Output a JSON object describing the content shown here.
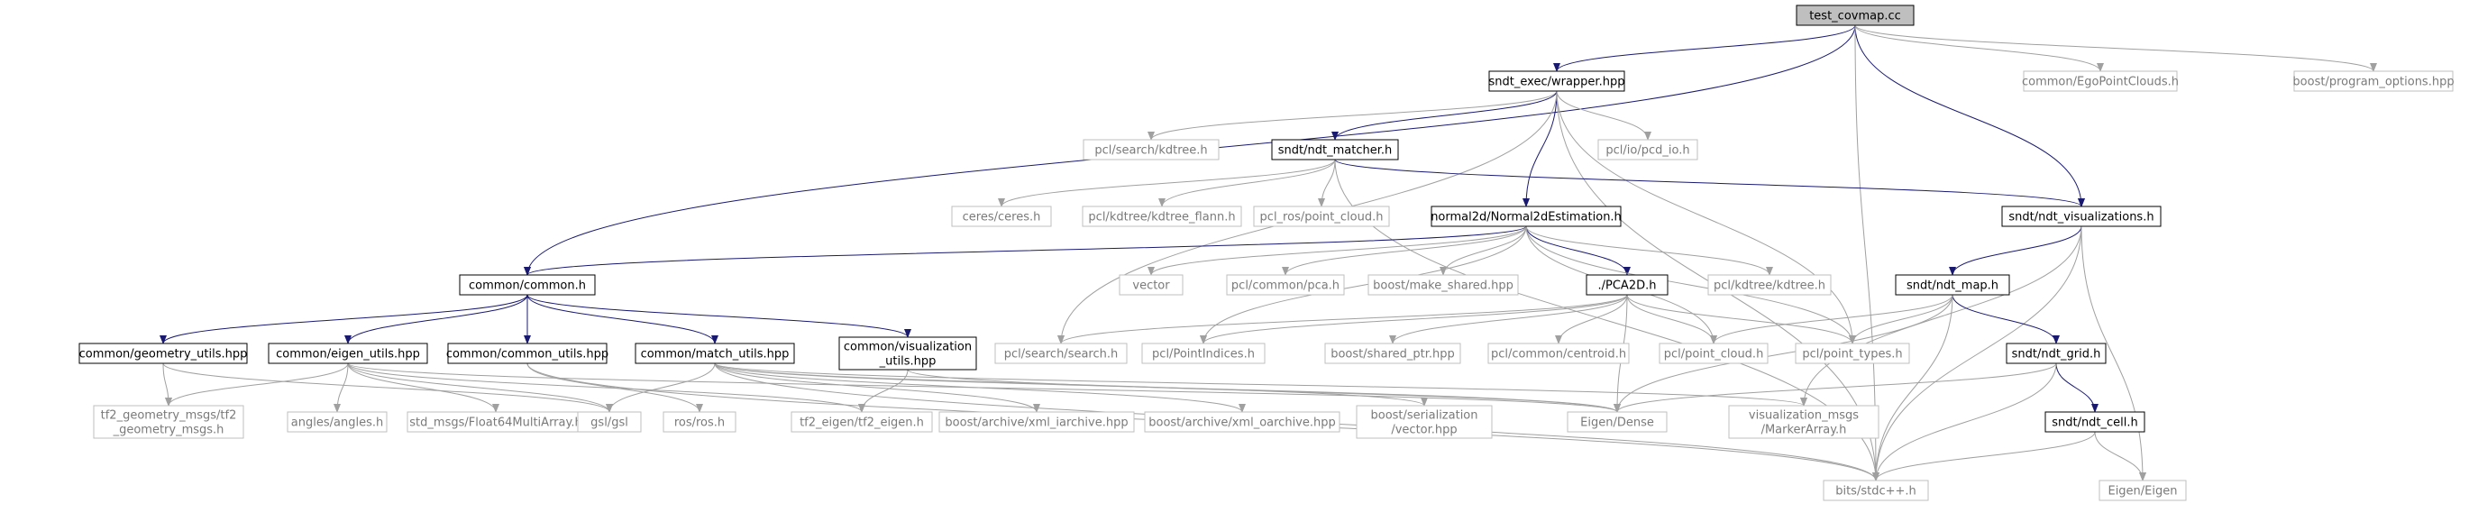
{
  "nodes": [
    {
      "id": "test_covmap",
      "lines": [
        "test_covmap.cc"
      ],
      "kind": "root"
    },
    {
      "id": "wrapper",
      "lines": [
        "sndt_exec/wrapper.hpp"
      ],
      "kind": "doc"
    },
    {
      "id": "egopoint",
      "lines": [
        "common/EgoPointClouds.h"
      ],
      "kind": "ext"
    },
    {
      "id": "boostpo",
      "lines": [
        "boost/program_options.hpp"
      ],
      "kind": "ext"
    },
    {
      "id": "pclsearchkd",
      "lines": [
        "pcl/search/kdtree.h"
      ],
      "kind": "ext"
    },
    {
      "id": "ndtmatcher",
      "lines": [
        "sndt/ndt_matcher.h"
      ],
      "kind": "doc"
    },
    {
      "id": "pcdio",
      "lines": [
        "pcl/io/pcd_io.h"
      ],
      "kind": "ext"
    },
    {
      "id": "ceres",
      "lines": [
        "ceres/ceres.h"
      ],
      "kind": "ext"
    },
    {
      "id": "kdflann",
      "lines": [
        "pcl/kdtree/kdtree_flann.h"
      ],
      "kind": "ext"
    },
    {
      "id": "rospc",
      "lines": [
        "pcl_ros/point_cloud.h"
      ],
      "kind": "ext"
    },
    {
      "id": "normal2d",
      "lines": [
        "normal2d/Normal2dEstimation.h"
      ],
      "kind": "doc"
    },
    {
      "id": "ndtvis",
      "lines": [
        "sndt/ndt_visualizations.h"
      ],
      "kind": "doc"
    },
    {
      "id": "common",
      "lines": [
        "common/common.h"
      ],
      "kind": "doc"
    },
    {
      "id": "vector",
      "lines": [
        "vector"
      ],
      "kind": "ext"
    },
    {
      "id": "pclpca",
      "lines": [
        "pcl/common/pca.h"
      ],
      "kind": "ext"
    },
    {
      "id": "makeshared",
      "lines": [
        "boost/make_shared.hpp"
      ],
      "kind": "ext"
    },
    {
      "id": "pca2d",
      "lines": [
        "./PCA2D.h"
      ],
      "kind": "doc"
    },
    {
      "id": "kdkdtree",
      "lines": [
        "pcl/kdtree/kdtree.h"
      ],
      "kind": "ext"
    },
    {
      "id": "ndtmap",
      "lines": [
        "sndt/ndt_map.h"
      ],
      "kind": "doc"
    },
    {
      "id": "geomutils",
      "lines": [
        "common/geometry_utils.hpp"
      ],
      "kind": "doc"
    },
    {
      "id": "eigenutils",
      "lines": [
        "common/eigen_utils.hpp"
      ],
      "kind": "doc"
    },
    {
      "id": "commonutils",
      "lines": [
        "common/common_utils.hpp"
      ],
      "kind": "doc"
    },
    {
      "id": "matchutils",
      "lines": [
        "common/match_utils.hpp"
      ],
      "kind": "doc"
    },
    {
      "id": "visutils",
      "lines": [
        "common/visualization",
        "_utils.hpp"
      ],
      "kind": "doc"
    },
    {
      "id": "searchsearch",
      "lines": [
        "pcl/search/search.h"
      ],
      "kind": "ext"
    },
    {
      "id": "pointindices",
      "lines": [
        "pcl/PointIndices.h"
      ],
      "kind": "ext"
    },
    {
      "id": "sharedptr",
      "lines": [
        "boost/shared_ptr.hpp"
      ],
      "kind": "ext"
    },
    {
      "id": "centroid",
      "lines": [
        "pcl/common/centroid.h"
      ],
      "kind": "ext"
    },
    {
      "id": "pointcloud",
      "lines": [
        "pcl/point_cloud.h"
      ],
      "kind": "ext"
    },
    {
      "id": "pointtypes",
      "lines": [
        "pcl/point_types.h"
      ],
      "kind": "ext"
    },
    {
      "id": "ndtgrid",
      "lines": [
        "sndt/ndt_grid.h"
      ],
      "kind": "doc"
    },
    {
      "id": "tf2geom",
      "lines": [
        "tf2_geometry_msgs/tf2",
        "_geometry_msgs.h"
      ],
      "kind": "ext"
    },
    {
      "id": "angles",
      "lines": [
        "angles/angles.h"
      ],
      "kind": "ext"
    },
    {
      "id": "float64",
      "lines": [
        "std_msgs/Float64MultiArray.h"
      ],
      "kind": "ext"
    },
    {
      "id": "gsl",
      "lines": [
        "gsl/gsl"
      ],
      "kind": "ext"
    },
    {
      "id": "rosros",
      "lines": [
        "ros/ros.h"
      ],
      "kind": "ext"
    },
    {
      "id": "tf2eigen",
      "lines": [
        "tf2_eigen/tf2_eigen.h"
      ],
      "kind": "ext"
    },
    {
      "id": "xmliarchive",
      "lines": [
        "boost/archive/xml_iarchive.hpp"
      ],
      "kind": "ext"
    },
    {
      "id": "xmloarchive",
      "lines": [
        "boost/archive/xml_oarchive.hpp"
      ],
      "kind": "ext"
    },
    {
      "id": "serialvector",
      "lines": [
        "boost/serialization",
        "/vector.hpp"
      ],
      "kind": "ext"
    },
    {
      "id": "eigendense",
      "lines": [
        "Eigen/Dense"
      ],
      "kind": "ext"
    },
    {
      "id": "markerarray",
      "lines": [
        "visualization_msgs",
        "/MarkerArray.h"
      ],
      "kind": "ext"
    },
    {
      "id": "ndtcell",
      "lines": [
        "sndt/ndt_cell.h"
      ],
      "kind": "doc"
    },
    {
      "id": "bitsstdc",
      "lines": [
        "bits/stdc++.h"
      ],
      "kind": "ext"
    },
    {
      "id": "eigeneigen",
      "lines": [
        "Eigen/Eigen"
      ],
      "kind": "ext"
    }
  ],
  "edges": [
    [
      "test_covmap",
      "wrapper"
    ],
    [
      "test_covmap",
      "egopoint"
    ],
    [
      "test_covmap",
      "boostpo"
    ],
    [
      "test_covmap",
      "ndtvis"
    ],
    [
      "test_covmap",
      "common"
    ],
    [
      "test_covmap",
      "bitsstdc"
    ],
    [
      "wrapper",
      "pclsearchkd"
    ],
    [
      "wrapper",
      "ndtmatcher"
    ],
    [
      "wrapper",
      "pcdio"
    ],
    [
      "wrapper",
      "normal2d"
    ],
    [
      "wrapper",
      "pointtypes"
    ],
    [
      "wrapper",
      "bitsstdc"
    ],
    [
      "wrapper",
      "searchsearch"
    ],
    [
      "ndtmatcher",
      "ceres"
    ],
    [
      "ndtmatcher",
      "kdflann"
    ],
    [
      "ndtmatcher",
      "rospc"
    ],
    [
      "ndtmatcher",
      "ndtvis"
    ],
    [
      "ndtmatcher",
      "bitsstdc"
    ],
    [
      "normal2d",
      "common"
    ],
    [
      "normal2d",
      "vector"
    ],
    [
      "normal2d",
      "pclpca"
    ],
    [
      "normal2d",
      "makeshared"
    ],
    [
      "normal2d",
      "pca2d"
    ],
    [
      "normal2d",
      "kdkdtree"
    ],
    [
      "normal2d",
      "pointcloud"
    ],
    [
      "normal2d",
      "pointtypes"
    ],
    [
      "normal2d",
      "pointindices"
    ],
    [
      "ndtvis",
      "ndtmap"
    ],
    [
      "ndtvis",
      "markerarray"
    ],
    [
      "ndtvis",
      "bitsstdc"
    ],
    [
      "ndtvis",
      "eigeneigen"
    ],
    [
      "common",
      "geomutils"
    ],
    [
      "common",
      "eigenutils"
    ],
    [
      "common",
      "commonutils"
    ],
    [
      "common",
      "matchutils"
    ],
    [
      "common",
      "visutils"
    ],
    [
      "pca2d",
      "searchsearch"
    ],
    [
      "pca2d",
      "pointindices"
    ],
    [
      "pca2d",
      "sharedptr"
    ],
    [
      "pca2d",
      "centroid"
    ],
    [
      "pca2d",
      "pointcloud"
    ],
    [
      "pca2d",
      "pointtypes"
    ],
    [
      "pca2d",
      "eigendense"
    ],
    [
      "ndtmap",
      "pointcloud"
    ],
    [
      "ndtmap",
      "pointtypes"
    ],
    [
      "ndtmap",
      "ndtgrid"
    ],
    [
      "ndtmap",
      "eigendense"
    ],
    [
      "ndtmap",
      "bitsstdc"
    ],
    [
      "ndtgrid",
      "ndtcell"
    ],
    [
      "ndtgrid",
      "eigendense"
    ],
    [
      "ndtgrid",
      "bitsstdc"
    ],
    [
      "ndtcell",
      "bitsstdc"
    ],
    [
      "ndtcell",
      "eigeneigen"
    ],
    [
      "geomutils",
      "tf2geom"
    ],
    [
      "geomutils",
      "gsl"
    ],
    [
      "eigenutils",
      "tf2geom"
    ],
    [
      "eigenutils",
      "angles"
    ],
    [
      "eigenutils",
      "float64"
    ],
    [
      "eigenutils",
      "gsl"
    ],
    [
      "eigenutils",
      "tf2eigen"
    ],
    [
      "eigenutils",
      "eigendense"
    ],
    [
      "commonutils",
      "rosros"
    ],
    [
      "commonutils",
      "bitsstdc"
    ],
    [
      "matchutils",
      "gsl"
    ],
    [
      "matchutils",
      "xmliarchive"
    ],
    [
      "matchutils",
      "xmloarchive"
    ],
    [
      "matchutils",
      "serialvector"
    ],
    [
      "matchutils",
      "eigendense"
    ],
    [
      "matchutils",
      "markerarray"
    ],
    [
      "matchutils",
      "bitsstdc"
    ],
    [
      "visutils",
      "tf2eigen"
    ],
    [
      "visutils",
      "eigendense"
    ]
  ],
  "colors": {
    "edge_local": "#191970",
    "edge_external": "#a0a0a0",
    "border_doc": "#000000",
    "border_ext": "#bfbfbf",
    "root_fill": "#bfbfbf",
    "text_doc": "#000000",
    "text_ext": "#7a7a7a"
  }
}
